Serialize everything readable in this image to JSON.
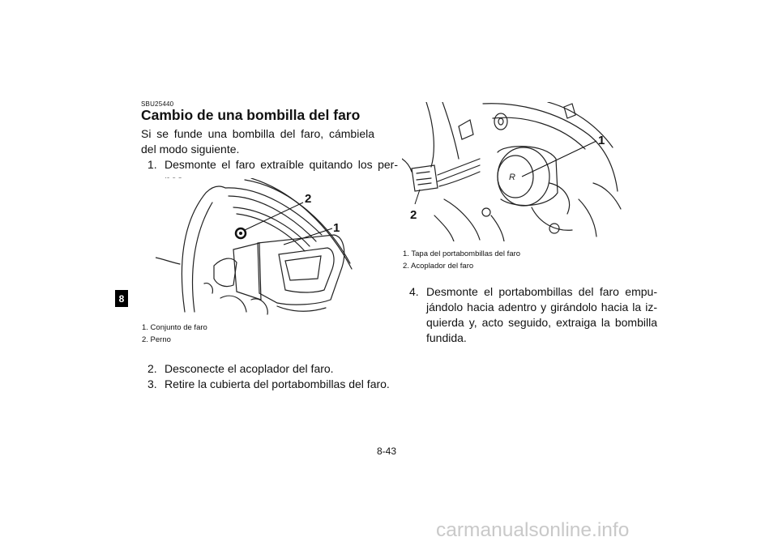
{
  "chapter_tab": "8",
  "section_code": "SBU25440",
  "section_title": "Cambio de una bombilla del faro",
  "intro": "Si se funde una bombilla del faro, cámbiela del modo siguiente.",
  "steps": [
    {
      "num": "1.",
      "text": "Desmonte el faro extraíble quitando los pernos.",
      "text_display": "Desmonte el faro extraíble quitando los per-nos."
    },
    {
      "num": "2.",
      "text": "Desconecte el acoplador del faro."
    },
    {
      "num": "3.",
      "text": "Retire la cubierta del portabombillas del faro."
    },
    {
      "num": "4.",
      "text": "Desmonte el portabombillas del faro empujándolo hacia adentro y girándolo hacia la izquierda y, acto seguido, extraiga la bombilla fundida.",
      "text_display": "Desmonte el portabombillas del faro empu-jándolo hacia adentro y girándolo hacia la iz-quierda y, acto seguido, extraiga la bombilla fundida."
    }
  ],
  "figure_left": {
    "callouts": [
      "1",
      "2"
    ],
    "captions": [
      "1. Conjunto de faro",
      "2. Perno"
    ]
  },
  "figure_right": {
    "callouts": [
      "1",
      "2"
    ],
    "captions": [
      "1. Tapa del portabombillas del faro",
      "2. Acoplador del faro"
    ]
  },
  "page_number": "8-43",
  "watermark": "carmanualsonline.info"
}
